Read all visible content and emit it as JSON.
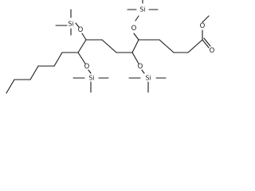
{
  "structure": {
    "kind": "skeletal-formula",
    "atom_labels": {
      "oxygen": "O",
      "silicon": "Si"
    }
  },
  "colors": {
    "bond": "#1a1a1a",
    "background": "#ffffff"
  }
}
